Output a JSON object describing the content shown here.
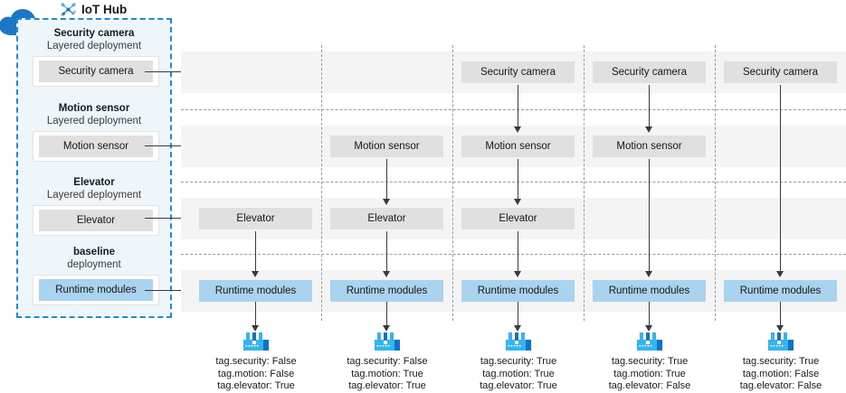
{
  "hub": {
    "title": "IoT Hub",
    "icon": "iot-hub-node-icon",
    "cloud_icon": "cloud-icon",
    "accent": "#1f8ad6",
    "panel_bg": "#eef6fc",
    "deployments": [
      {
        "title": "Security camera",
        "subtitle": "Layered deployment",
        "module": "Security camera",
        "highlight": false
      },
      {
        "title": "Motion sensor",
        "subtitle": "Layered deployment",
        "module": "Motion sensor",
        "highlight": false
      },
      {
        "title": "Elevator",
        "subtitle": "Layered deployment",
        "module": "Elevator",
        "highlight": false
      },
      {
        "title": "baseline",
        "subtitle": "deployment",
        "module": "Runtime modules",
        "highlight": true
      }
    ]
  },
  "grid": {
    "row_labels": [
      "Security camera",
      "Motion sensor",
      "Elevator",
      "Runtime modules"
    ],
    "columns": [
      {
        "cells": [
          null,
          null,
          "Elevator",
          "Runtime modules"
        ]
      },
      {
        "cells": [
          null,
          "Motion sensor",
          "Elevator",
          "Runtime modules"
        ]
      },
      {
        "cells": [
          "Security camera",
          "Motion sensor",
          "Elevator",
          "Runtime modules"
        ]
      },
      {
        "cells": [
          "Security camera",
          "Motion sensor",
          null,
          "Runtime modules"
        ]
      },
      {
        "cells": [
          "Security camera",
          null,
          null,
          "Runtime modules"
        ]
      }
    ],
    "band_color": "#f4f4f4",
    "box_color": "#e0e0e0",
    "runtime_color": "#a9d3ee"
  },
  "devices": [
    {
      "icon": "factory-device-icon",
      "tags": [
        "tag.security: False",
        "tag.motion: False",
        "tag.elevator: True"
      ]
    },
    {
      "icon": "factory-device-icon",
      "tags": [
        "tag.security: False",
        "tag.motion: True",
        "tag.elevator: True"
      ]
    },
    {
      "icon": "factory-device-icon",
      "tags": [
        "tag.security: True",
        "tag.motion: True",
        "tag.elevator: True"
      ]
    },
    {
      "icon": "factory-device-icon",
      "tags": [
        "tag.security: True",
        "tag.motion: True",
        "tag.elevator: False"
      ]
    },
    {
      "icon": "factory-device-icon",
      "tags": [
        "tag.security: True",
        "tag.motion: False",
        "tag.elevator: False"
      ]
    }
  ]
}
